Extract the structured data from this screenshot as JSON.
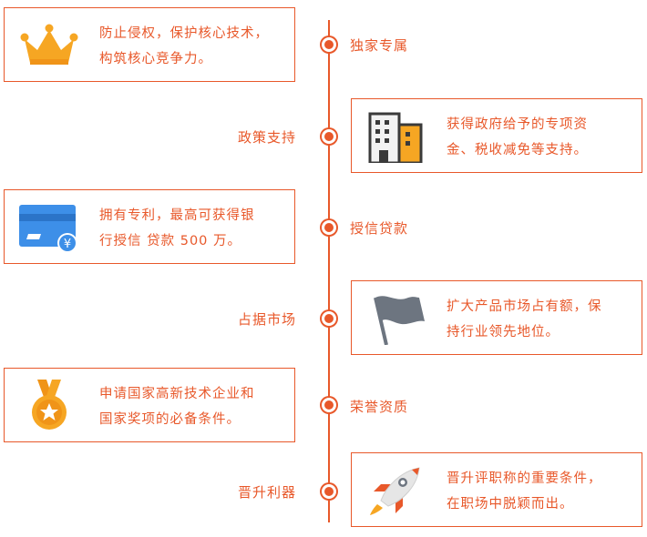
{
  "items": [
    {
      "label": "独家专属",
      "text_line1": "防止侵权，保护核心技术，",
      "text_line2": "构筑核心竞争力。",
      "icon": "crown-icon"
    },
    {
      "label": "政策支持",
      "text_line1": "获得政府给予的专项资",
      "text_line2": "金、税收减免等支持。",
      "icon": "building-icon"
    },
    {
      "label": "授信贷款",
      "text_line1": "拥有专利，最高可获得银",
      "text_line2": "行授信 贷款 500 万。",
      "icon": "credit-card-yen-icon"
    },
    {
      "label": "占据市场",
      "text_line1": "扩大产品市场占有额，保",
      "text_line2": "持行业领先地位。",
      "icon": "flag-icon"
    },
    {
      "label": "荣誉资质",
      "text_line1": "申请国家高新技术企业和",
      "text_line2": "国家奖项的必备条件。",
      "icon": "medal-star-icon"
    },
    {
      "label": "晋升利器",
      "text_line1": "晋升评职称的重要条件，",
      "text_line2": "在职场中脱颖而出。",
      "icon": "rocket-icon"
    }
  ],
  "colors": {
    "accent": "#e8582a",
    "icon_orange": "#f6a623",
    "icon_blue": "#3d8fe8",
    "icon_gray": "#6d7580"
  }
}
